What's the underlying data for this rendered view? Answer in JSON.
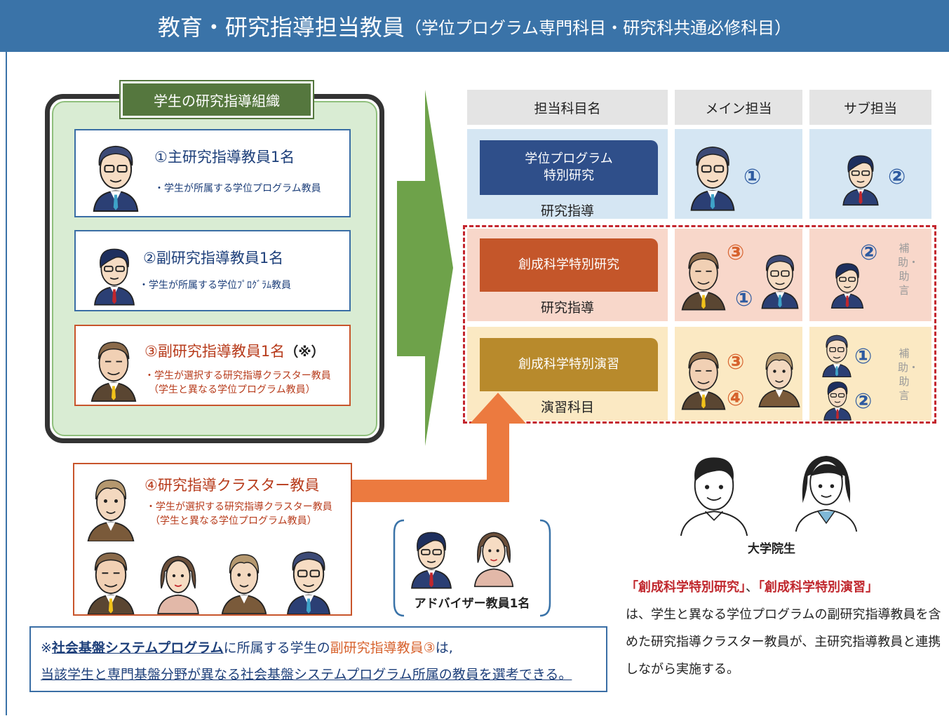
{
  "title": {
    "main": "教育・研究指導担当教員",
    "sub": "（学位プログラム専門科目・研究科共通必修科目）"
  },
  "org": {
    "title": "学生の研究指導組織",
    "cards": [
      {
        "title": "①主研究指導教員1名",
        "note": "・学生が所属する学位プログラム教員"
      },
      {
        "title": "②副研究指導教員1名",
        "note": "・学生が所属する学位ﾌﾟﾛｸﾞﾗﾑ教員"
      },
      {
        "title": "③副研究指導教員1名",
        "mark": "（※）",
        "note1": "・学生が選択する研究指導クラスター教員",
        "note2": "（学生と異なる学位プログラム教員）"
      }
    ]
  },
  "table": {
    "headers": [
      "担当科目名",
      "メイン担当",
      "サブ担当"
    ],
    "rows": [
      {
        "subject": "学位プログラム\n特別研究",
        "subject_l1": "学位プログラム",
        "subject_l2": "特別研究",
        "category": "研究指導",
        "main_nums": [
          "①"
        ],
        "sub_nums": [
          "②"
        ],
        "sub_note": ""
      },
      {
        "subject_l1": "創成科学特別研究",
        "category": "研究指導",
        "main_nums": [
          "③",
          "①"
        ],
        "sub_nums": [
          "②"
        ],
        "sub_note": "補助・助言"
      },
      {
        "subject_l1": "創成科学特別演習",
        "category": "演習科目",
        "main_nums": [
          "③",
          "④"
        ],
        "sub_nums": [
          "①",
          "②"
        ],
        "sub_note": "補助・助言"
      }
    ]
  },
  "cluster": {
    "title": "④研究指導クラスター教員",
    "note1": "・学生が選択する研究指導クラスター教員",
    "note2": "（学生と異なる学位プログラム教員）"
  },
  "advisor": {
    "label": "アドバイザー教員1名"
  },
  "students": {
    "label": "大学院生"
  },
  "note": {
    "mark": "※",
    "program": "社会基盤システムプログラム",
    "l1_mid": "に所属する学生の",
    "l1_orange": "副研究指導教員③",
    "l1_end": "は,",
    "l2_start": "当該",
    "l2_u": "学生と専門基盤分野が異なる社会基盤システムプログラム所属の教員を選考できる。"
  },
  "explain": {
    "hl1": "「創成科学特別研究」",
    "sep": "、",
    "hl2": "「創成科学特別演習」",
    "body": "は、学生と異なる学位プログラムの副研究指導教員を含めた研究指導クラスター教員が、主研究指導教員と連携しながら実施する。"
  },
  "colors": {
    "title_bg": "#3a73a8",
    "org_green": "#55773e",
    "subj_blue": "#2f4f8a",
    "subj_orange": "#c4562a",
    "subj_gold": "#b88a2c",
    "arrow_green": "#6ea24a",
    "arrow_orange": "#ec7a3f",
    "dash_red": "#c4262e"
  }
}
